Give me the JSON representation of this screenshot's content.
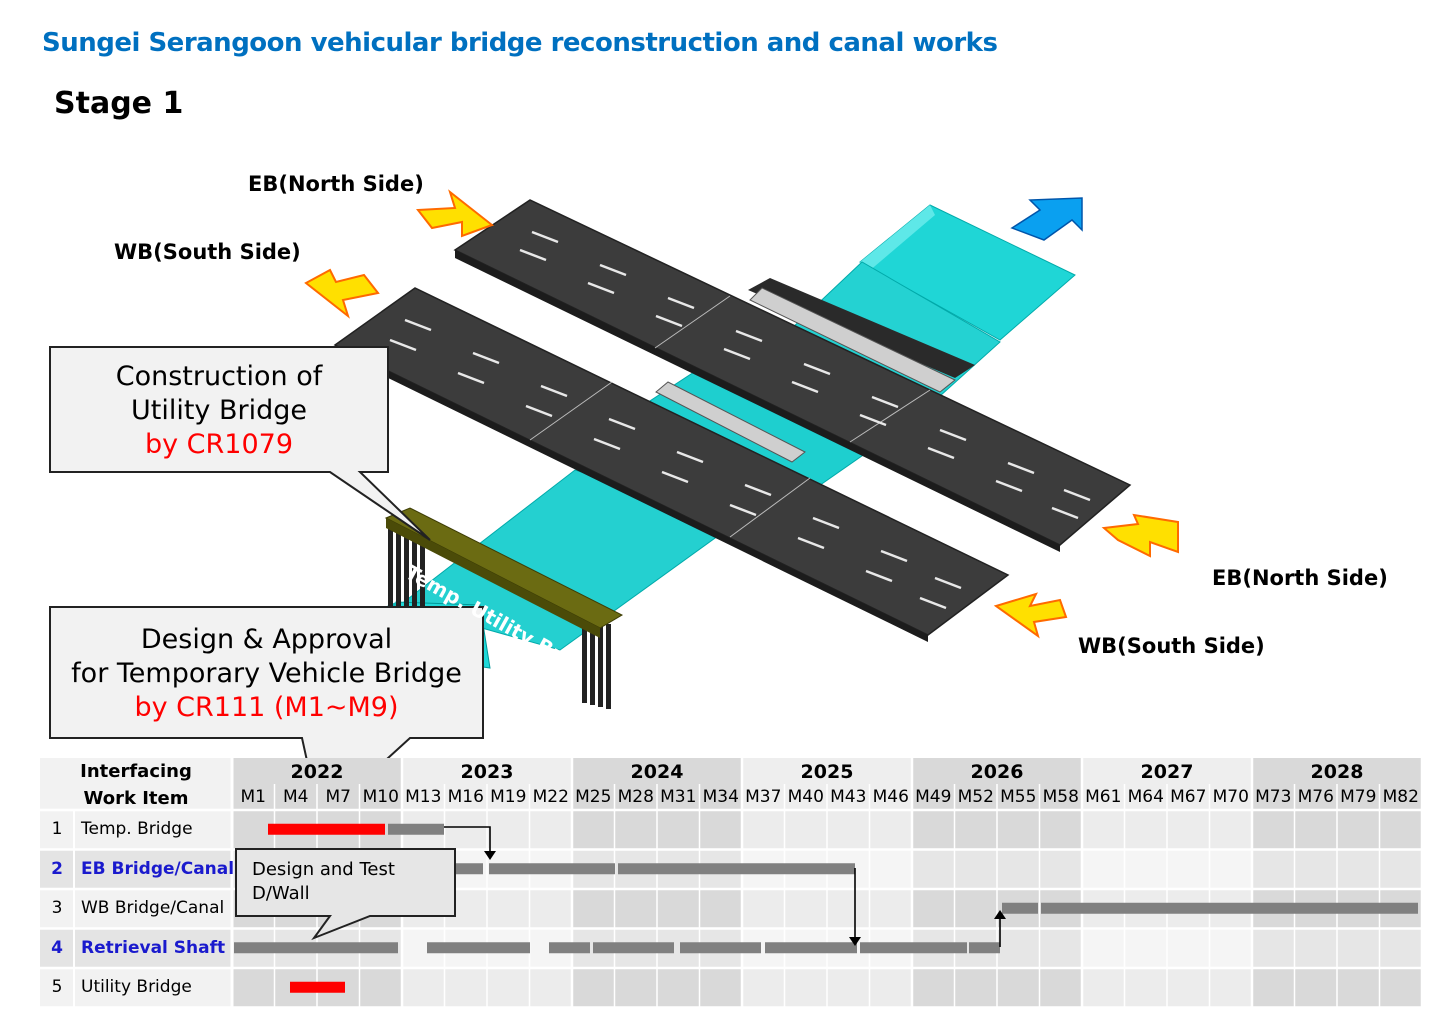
{
  "title": "Sungei Serangoon vehicular bridge reconstruction and canal works",
  "stage": "Stage 1",
  "directions": {
    "eb_north_top": "EB(North Side)",
    "wb_south_top": "WB(South Side)",
    "eb_north_right": "EB(North Side)",
    "wb_south_right": "WB(South Side)"
  },
  "utility_bridge_label": "Temp. Utility Br.",
  "callouts": {
    "utility": {
      "line1": "Construction of",
      "line2": "Utility Bridge",
      "line3": "by CR1079"
    },
    "design": {
      "line1": "Design & Approval",
      "line2": "for Temporary Vehicle Bridge",
      "line3": "by CR111 (M1~M9)"
    },
    "dwall": {
      "line1": "Design and Test",
      "line2": "D/Wall"
    }
  },
  "colors": {
    "title_blue": "#0070C0",
    "red_bar": "#ff0000",
    "gray_bar": "#808080",
    "canal": "#22d3d3",
    "deck": "#3a3a3a"
  },
  "gantt": {
    "header_left": {
      "line1": "Interfacing",
      "line2": "Work Item"
    },
    "years": [
      "2022",
      "2023",
      "2024",
      "2025",
      "2026",
      "2027",
      "2028"
    ],
    "months": [
      "M1",
      "M4",
      "M7",
      "M10",
      "M13",
      "M16",
      "M19",
      "M22",
      "M25",
      "M28",
      "M31",
      "M34",
      "M37",
      "M40",
      "M43",
      "M46",
      "M49",
      "M52",
      "M55",
      "M58",
      "M61",
      "M64",
      "M67",
      "M70",
      "M73",
      "M76",
      "M79",
      "M82"
    ],
    "rows": [
      {
        "num": "1",
        "label": "Temp. Bridge",
        "highlight": false
      },
      {
        "num": "2",
        "label": "EB Bridge/Canal",
        "highlight": true
      },
      {
        "num": "3",
        "label": "WB Bridge/Canal",
        "highlight": false
      },
      {
        "num": "4",
        "label": "Retrieval Shaft",
        "highlight": true
      },
      {
        "num": "5",
        "label": "Utility Bridge",
        "highlight": false
      }
    ]
  }
}
